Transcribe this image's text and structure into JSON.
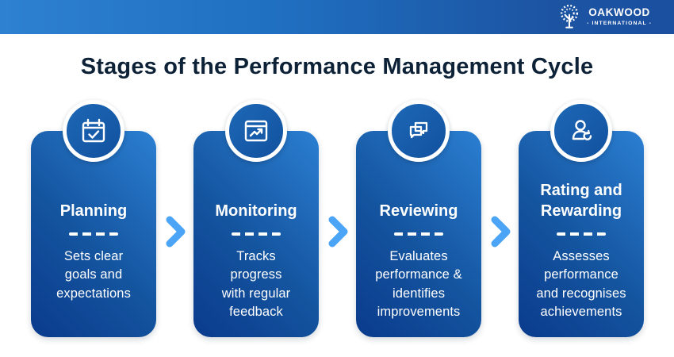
{
  "header": {
    "logo": {
      "brand": "OAKWOOD",
      "subtitle": "- INTERNATIONAL -",
      "icon": "oak-tree-icon"
    }
  },
  "main_title": "Stages of the Performance Management Cycle",
  "colors": {
    "topbar_left": "#2E80D0",
    "topbar_right": "#1B4FA0",
    "card_dark": "#0A3B8C",
    "card_light": "#2B7FD2",
    "badge_fill": "#1760AE",
    "arrow_blue": "#4BA4F5",
    "title_navy": "#0D2137",
    "text_white": "#FFFFFF"
  },
  "cards": [
    {
      "title": "Planning",
      "description": "Sets clear\ngoals and\nexpectations",
      "icon": "calendar-check-icon"
    },
    {
      "title": "Monitoring",
      "description": "Tracks\nprogress\nwith regular\nfeedback",
      "icon": "chart-window-icon"
    },
    {
      "title": "Reviewing",
      "description": "Evaluates\nperformance &\nidentifies\nimprovements",
      "icon": "chat-bubbles-icon"
    },
    {
      "title": "Rating and\nRewarding",
      "description": "Assesses\nperformance\nand recognises\nachievements",
      "icon": "person-cycle-icon"
    }
  ]
}
